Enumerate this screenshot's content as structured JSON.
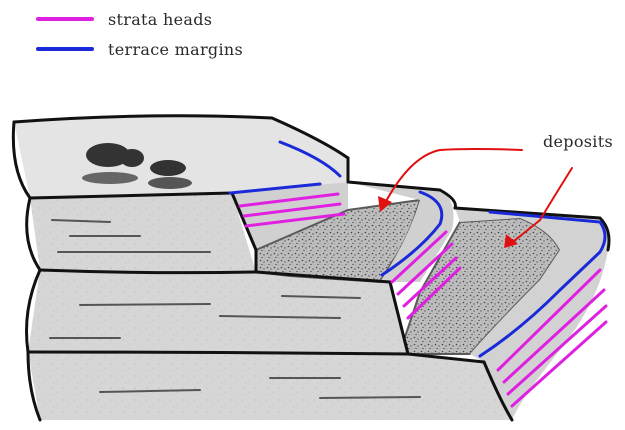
{
  "legend": {
    "items": [
      {
        "label": "strata heads",
        "color": "#e020e0"
      },
      {
        "label": "terrace margins",
        "color": "#1a2ad8"
      }
    ]
  },
  "annotations": {
    "deposits_label": "deposits",
    "arrow_color": "#e01010"
  },
  "colors": {
    "outline": "#111111",
    "bedrock_fill": "#d4d4d4",
    "bedrock_light": "#e6e6e6",
    "deposit_fill": "#b8b8b8",
    "deposit_edge": "#5a5a5a",
    "bedding_lines": "#555555"
  }
}
